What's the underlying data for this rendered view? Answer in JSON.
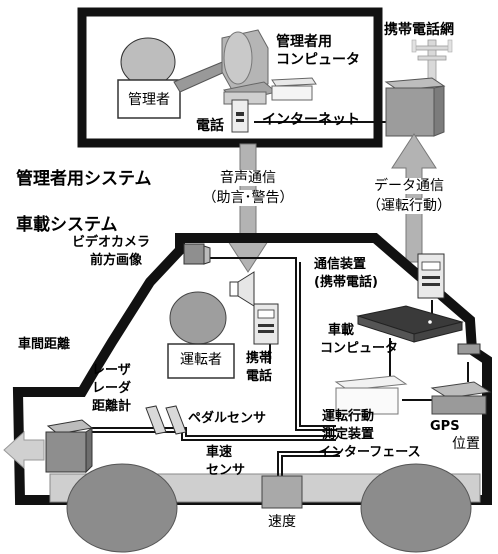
{
  "header": {
    "admin_system": "管理者用システム",
    "vehicle_system": "車載システム"
  },
  "admin_room": {
    "admin": "管理者",
    "computer_line1": "管理者用",
    "computer_line2": "コンピュータ",
    "phone": "電話",
    "internet": "インターネット"
  },
  "network": {
    "mobile_network": "携帯電話網"
  },
  "links": {
    "voice_line1": "音声通信",
    "voice_line2": "（助言･警告）",
    "data_line1": "データ通信",
    "data_line2": "（運転行動）"
  },
  "vehicle": {
    "camera_line1": "ビデオカメラ",
    "camera_line2": "前方画像",
    "comm_line1": "通信装置",
    "comm_line2": "(携帯電話)",
    "onboard_line1": "車載",
    "onboard_line2": "コンピュータ",
    "distance_label": "車間距離",
    "driver": "運転者",
    "mobile_line1": "携帯",
    "mobile_line2": "電話",
    "laser_line1": "レーザ",
    "laser_line2": "レーダ",
    "laser_line3": "距離計",
    "pedal_sensor": "ペダルセンサ",
    "interface_line1": "運転行動",
    "interface_line2": "測定装置",
    "interface_line3": "インターフェース",
    "gps": "GPS",
    "position": "位置",
    "speed_sensor_line1": "車速",
    "speed_sensor_line2": "センサ",
    "speed": "速度"
  },
  "colors": {
    "frame": "#111111",
    "arrow_fill": "#b3b3b3",
    "box_gray": "#9a9a9a",
    "box_light": "#d9d9d9",
    "device_dark": "#3a3a3a",
    "wheel": "#8c8c8c"
  }
}
